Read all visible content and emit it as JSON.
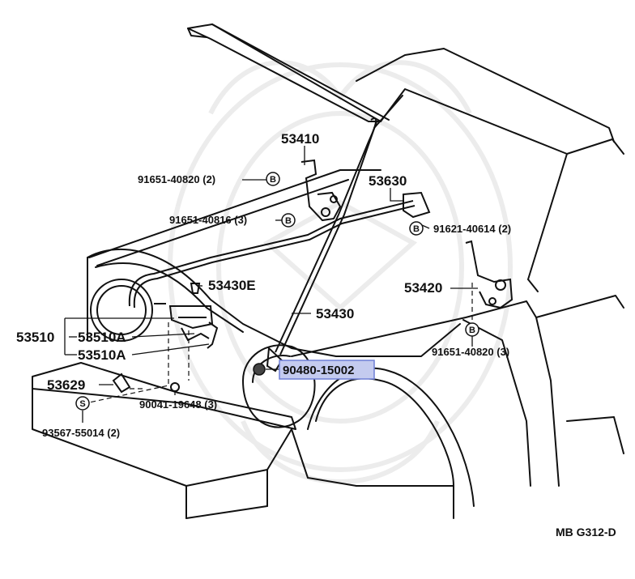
{
  "diagram_code": "MB G312-D",
  "highlight_color": "#6f7fd6",
  "highlight_fill": "#c4cbef",
  "labels": {
    "p53410": "53410",
    "p53630": "53630",
    "p91651_40820_2": "91651-40820 (2)",
    "p91651_40816_3": "91651-40816 (3)",
    "p91621_40614_2": "91621-40614 (2)",
    "p53430E": "53430E",
    "p53420": "53420",
    "p53430": "53430",
    "p53510": "53510",
    "p53510A_1": "53510A",
    "p53510A_2": "53510A",
    "p91651_40820_3": "91651-40820 (3)",
    "p53629": "53629",
    "p90480_15002": "90480-15002",
    "p90041_19648_3": "90041-19648 (3)",
    "p93567_55014_2": "93567-55014 (2)"
  },
  "symbols": {
    "b1": "B",
    "b2": "B",
    "b3": "B",
    "b4": "B",
    "s1": "S"
  }
}
